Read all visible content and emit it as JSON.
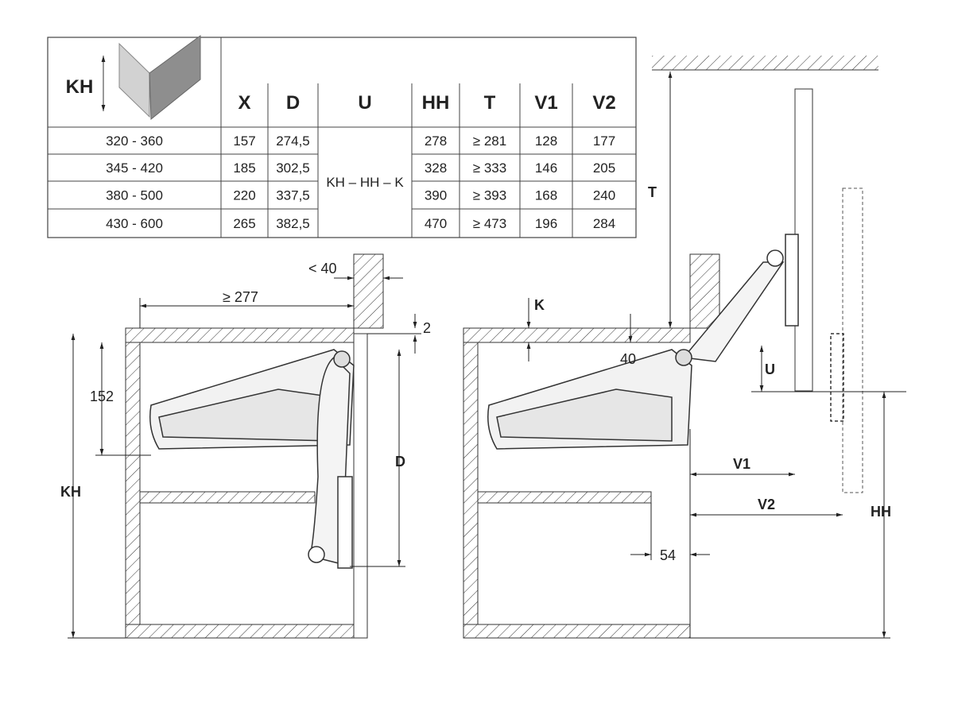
{
  "table": {
    "corner_label": "KH",
    "headers": [
      "X",
      "D",
      "U",
      "HH",
      "T",
      "V1",
      "V2"
    ],
    "u_merged": "KH – HH – K",
    "rows": [
      {
        "kh": "320 - 360",
        "x": "157",
        "d": "274,5",
        "hh": "278",
        "t": "≥ 281",
        "v1": "128",
        "v2": "177"
      },
      {
        "kh": "345 - 420",
        "x": "185",
        "d": "302,5",
        "hh": "328",
        "t": "≥ 333",
        "v1": "146",
        "v2": "205"
      },
      {
        "kh": "380 - 500",
        "x": "220",
        "d": "337,5",
        "hh": "390",
        "t": "≥ 393",
        "v1": "168",
        "v2": "240"
      },
      {
        "kh": "430 - 600",
        "x": "265",
        "d": "382,5",
        "hh": "470",
        "t": "≥ 473",
        "v1": "196",
        "v2": "284"
      }
    ]
  },
  "left_diagram": {
    "gap_label": "< 40",
    "depth_label": "≥ 277",
    "offset_label": "2",
    "height_152": "152",
    "kh_label": "KH",
    "d_label": "D"
  },
  "right_diagram": {
    "k_label": "K",
    "forty_label": "40",
    "t_label": "T",
    "u_label": "U",
    "v1_label": "V1",
    "v2_label": "V2",
    "hh_label": "HH",
    "fiftyfour_label": "54"
  }
}
